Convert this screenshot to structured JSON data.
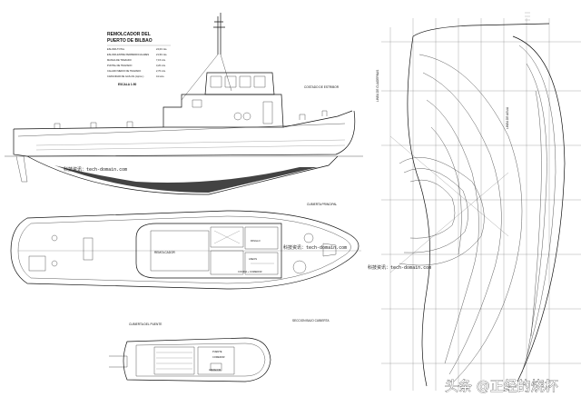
{
  "title": {
    "line1": "REMOLCADOR DEL",
    "line2": "PUERTO DE BILBAO"
  },
  "specs": [
    {
      "label": "ESLORA TOTAL",
      "value": "24,00 mts."
    },
    {
      "label": "ESLORA ENTRE PERPENDICULARES",
      "value": "21,50 mts."
    },
    {
      "label": "MANGA DE TRAZADO",
      "value": "7,15 mts."
    },
    {
      "label": "PUNTAL DE TRAZADO",
      "value": "3,20 mts."
    },
    {
      "label": "CALADO MEDIO DE TRAZADO",
      "value": "2,70 mts."
    },
    {
      "label": "CAPACIDAD DE GAS-OIL (Aprox.)",
      "value": "41 tons."
    }
  ],
  "scale": "ESCALA 1:50",
  "labels": {
    "costado_estribor": "COSTADO DE ESTRIBOR",
    "cubierta_principal": "CUBIERTA PRINCIPAL",
    "cubierta_puente": "CUBIERTA DEL PUENTE",
    "seccion_bajo_cubierta": "SECCION BAJO CUBIERTA",
    "linea_agua": "LINEA DE AGUA",
    "linea_cuadernas": "LINEA DE CUADERNAS",
    "remolcador_deck": "REMOLCADOR",
    "cocina": "COCINA + COMEDOR",
    "pasillo": "PASILLO",
    "aseos": "ASEOS",
    "puente": "PUENTE",
    "comedor": "COMEDOR",
    "armador": "ARMADOR"
  },
  "watermarks": [
    "科技资讯：tech-domain.com",
    "科技资讯：tech-domain.com",
    "科技资讯：tech-domain.com"
  ],
  "caption": "头条 @正经的烧杯"
}
